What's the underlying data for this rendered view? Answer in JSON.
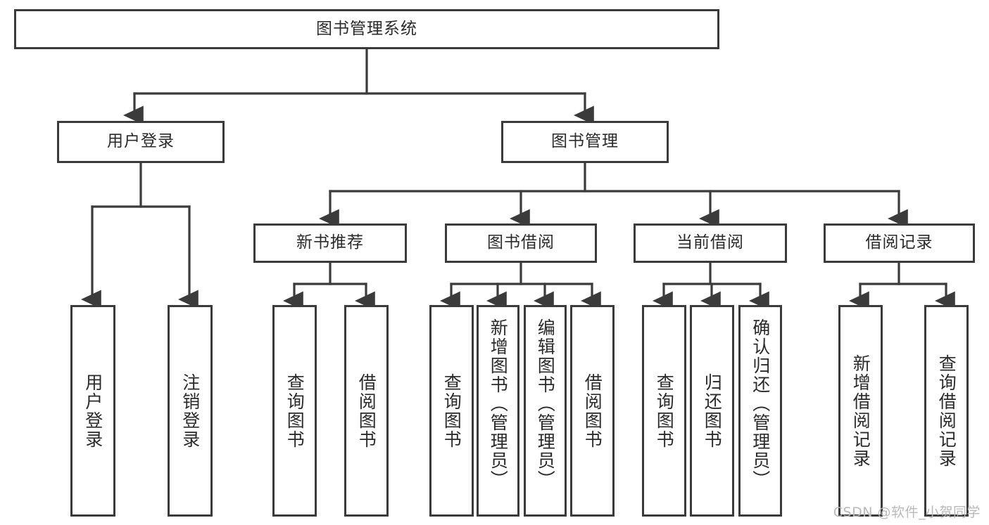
{
  "diagram": {
    "title": "图书管理系统",
    "type": "tree-hierarchy",
    "watermark": "CSDN @软件_小贺同学",
    "colors": {
      "stroke": "#3b3b3b",
      "fill": "#ffffff",
      "text": "#2a2a2a",
      "watermark": "#b9b9b9"
    },
    "levels": {
      "root": {
        "label": "图书管理系统"
      },
      "level2": [
        {
          "id": "user-login",
          "label": "用户登录"
        },
        {
          "id": "book-management",
          "label": "图书管理"
        }
      ],
      "level3": [
        {
          "id": "new-book-recommend",
          "label": "新书推荐",
          "parent": "book-management"
        },
        {
          "id": "book-borrow",
          "label": "图书借阅",
          "parent": "book-management"
        },
        {
          "id": "current-borrow",
          "label": "当前借阅",
          "parent": "book-management"
        },
        {
          "id": "borrow-record",
          "label": "借阅记录",
          "parent": "book-management"
        }
      ],
      "leaves": [
        {
          "id": "leaf-user-login",
          "label": "用户登录",
          "parent": "user-login"
        },
        {
          "id": "leaf-logout-login",
          "label": "注销登录",
          "parent": "user-login"
        },
        {
          "id": "leaf-query-book-1",
          "label": "查询图书",
          "parent": "new-book-recommend"
        },
        {
          "id": "leaf-borrow-book-1",
          "label": "借阅图书",
          "parent": "new-book-recommend"
        },
        {
          "id": "leaf-query-book-2",
          "label": "查询图书",
          "parent": "book-borrow"
        },
        {
          "id": "leaf-add-book",
          "label": "新增图书（管理员）",
          "parent": "book-borrow"
        },
        {
          "id": "leaf-edit-book",
          "label": "编辑图书（管理员）",
          "parent": "book-borrow"
        },
        {
          "id": "leaf-borrow-book-2",
          "label": "借阅图书",
          "parent": "book-borrow"
        },
        {
          "id": "leaf-query-book-3",
          "label": "查询图书",
          "parent": "current-borrow"
        },
        {
          "id": "leaf-return-book",
          "label": "归还图书",
          "parent": "current-borrow"
        },
        {
          "id": "leaf-confirm-return",
          "label": "确认归还（管理员）",
          "parent": "current-borrow"
        },
        {
          "id": "leaf-add-record",
          "label": "新增借阅记录",
          "parent": "borrow-record"
        },
        {
          "id": "leaf-query-record",
          "label": "查询借阅记录",
          "parent": "borrow-record"
        }
      ]
    }
  }
}
